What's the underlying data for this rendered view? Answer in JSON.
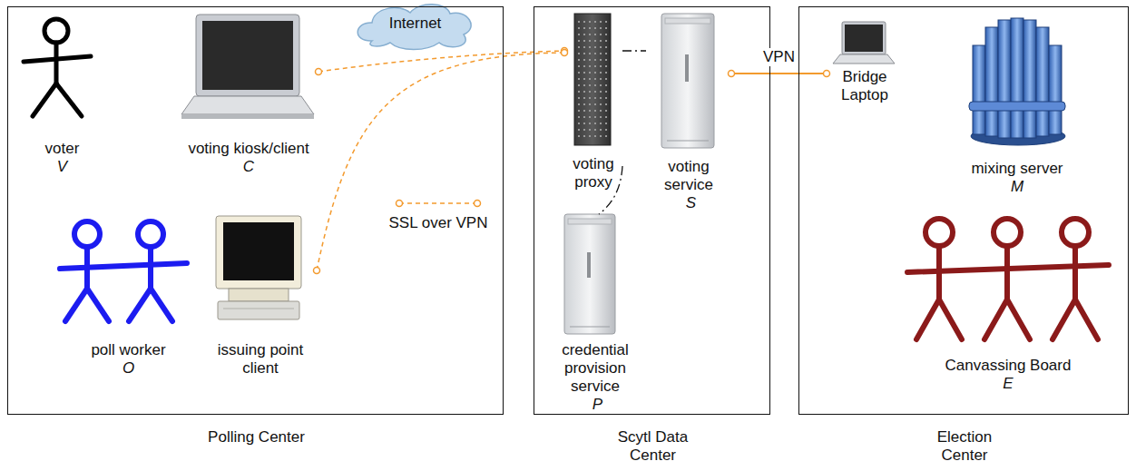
{
  "diagram": {
    "nodes": [
      {
        "text": [
          "Polling Center"
        ]
      },
      {
        "text": [
          "voter",
          "V"
        ],
        "in": 0
      },
      {
        "text": [
          "voting kiosk/client",
          "C"
        ],
        "in": 0
      },
      {
        "text": [
          "poll worker",
          "O"
        ],
        "in": 0
      },
      {
        "text": [
          "issuing point client"
        ],
        "in": 0
      },
      {
        "text": [
          "Internet"
        ]
      },
      {
        "text": [
          "Scytl Data Center"
        ]
      },
      {
        "text": [
          "voting proxy"
        ],
        "in": 6
      },
      {
        "text": [
          "voting service",
          "S"
        ],
        "in": 6
      },
      {
        "text": [
          "credential provision service",
          "P"
        ],
        "in": 6
      },
      {
        "text": [
          "Election Center"
        ]
      },
      {
        "text": [
          "Bridge Laptop"
        ],
        "in": 10
      },
      {
        "text": [
          "mixing server",
          "M"
        ],
        "in": 10
      },
      {
        "text": [
          "Canvassing Board",
          "E"
        ],
        "in": 10
      }
    ],
    "edges": [
      {
        "from": 2,
        "to": 7,
        "arrow": "none"
      },
      {
        "from": 4,
        "to": 7,
        "arrow": "none"
      },
      {
        "from": 7,
        "to": 8,
        "arrow": "none"
      },
      {
        "from": 7,
        "to": 9,
        "arrow": "none"
      },
      {
        "from": 8,
        "to": 11,
        "label": "VPN",
        "arrow": "none"
      }
    ],
    "legend": [
      {
        "text": "SSL over VPN"
      }
    ]
  }
}
